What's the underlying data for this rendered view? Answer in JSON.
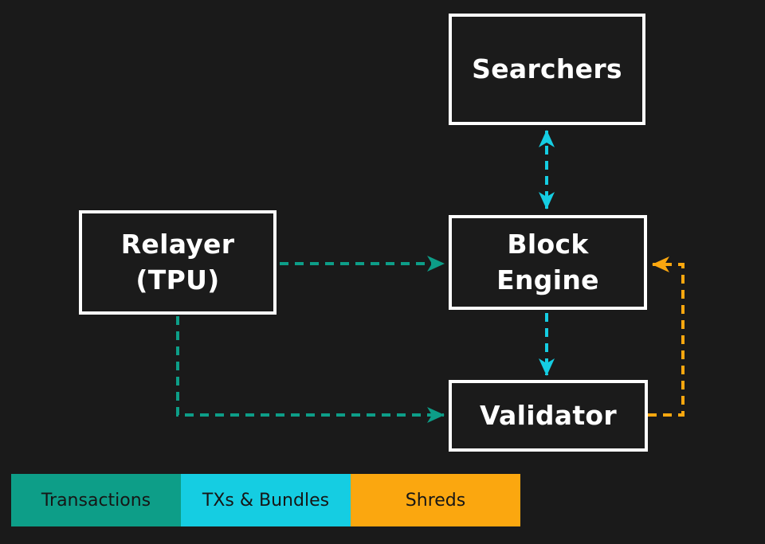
{
  "nodes": {
    "searchers": {
      "label": "Searchers"
    },
    "relayer": {
      "line1": "Relayer",
      "line2": "(TPU)"
    },
    "block_engine": {
      "line1": "Block",
      "line2": "Engine"
    },
    "validator": {
      "label": "Validator"
    }
  },
  "edges": [
    {
      "from": "searchers",
      "to": "block_engine",
      "flow": "TXs & Bundles",
      "color": "#15cde2",
      "bidirectional": true
    },
    {
      "from": "relayer",
      "to": "block_engine",
      "flow": "Transactions",
      "color": "#0d9e88",
      "bidirectional": false
    },
    {
      "from": "block_engine",
      "to": "validator",
      "flow": "TXs & Bundles",
      "color": "#15cde2",
      "bidirectional": false
    },
    {
      "from": "relayer",
      "to": "validator",
      "flow": "Transactions",
      "color": "#0d9e88",
      "bidirectional": false
    },
    {
      "from": "validator",
      "to": "block_engine",
      "flow": "Shreds",
      "color": "#fba70f",
      "bidirectional": false
    }
  ],
  "legend": {
    "items": [
      {
        "label": "Transactions",
        "color": "#0d9e88"
      },
      {
        "label": "TXs & Bundles",
        "color": "#15cde2"
      },
      {
        "label": "Shreds",
        "color": "#fba70f"
      }
    ]
  },
  "colors": {
    "background": "#1a1a1a",
    "box_border": "#ffffff",
    "box_text": "#ffffff",
    "transactions": "#0d9e88",
    "txs_bundles": "#15cde2",
    "shreds": "#fba70f",
    "legend_text": "#161616"
  }
}
